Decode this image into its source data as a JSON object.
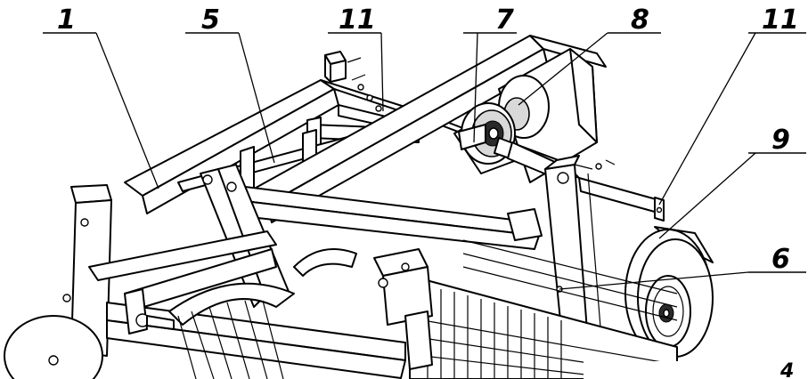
{
  "callouts": [
    {
      "id": "c1",
      "label": "1"
    },
    {
      "id": "c5",
      "label": "5"
    },
    {
      "id": "c11a",
      "label": "11"
    },
    {
      "id": "c7",
      "label": "7"
    },
    {
      "id": "c8",
      "label": "8"
    },
    {
      "id": "c11b",
      "label": "11"
    },
    {
      "id": "c9",
      "label": "9"
    },
    {
      "id": "c6",
      "label": "6"
    },
    {
      "id": "c4",
      "label": "4"
    }
  ]
}
